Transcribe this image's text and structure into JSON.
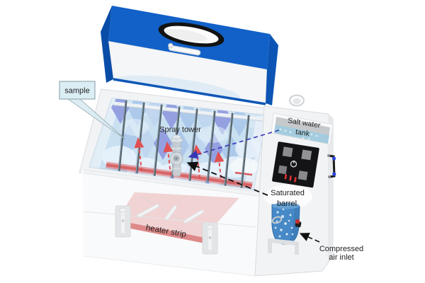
{
  "diagram": {
    "background": "#ffffff",
    "labels": {
      "sample": "sample",
      "spray_tower": "Spray tower",
      "salt_water_line1": "Salt water",
      "salt_water_line2": "tank",
      "saturated_line1": "Saturated",
      "saturated_line2": "barrel",
      "heater_strip": "heater strip",
      "compressed_line1": "Compressed",
      "compressed_line2": "air inlet"
    },
    "colors": {
      "lid_blue": "#1161C8",
      "lid_blue_dark": "#0A4DA8",
      "lid_blue_right": "#0C55B4",
      "interior_blue": "#C9E0F1",
      "sample_diamond_dark": "#8F9ADE",
      "sample_diamond_light": "#A9C6EA",
      "heater_red": "#CE3B3B",
      "tank_water": "#A4CCDE",
      "barrel_blue": "#4789C7",
      "panel_black": "#141416",
      "indicator_red": "#E03030",
      "arrow_red": "#E05252",
      "arrow_blue": "#3737B5",
      "arrow_black": "#111111",
      "label_bg": "#DAEEF4"
    }
  }
}
